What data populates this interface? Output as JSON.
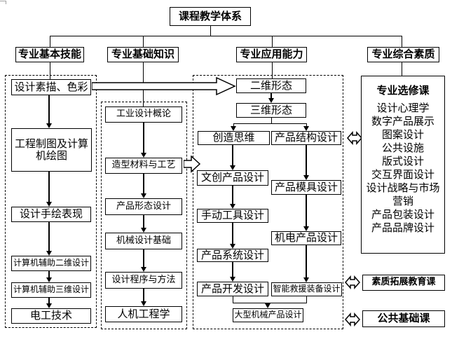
{
  "colors": {
    "line": "#000000",
    "background": "#ffffff"
  },
  "title": "课程教学体系",
  "headers": [
    "专业基本技能",
    "专业基础知识",
    "专业应用能力",
    "专业综合素质"
  ],
  "col1": [
    "设计素描、色彩",
    "工程制图及计算机绘图",
    "设计手绘表现",
    "计算机辅助二维设计",
    "计算机辅助三维设计",
    "电工技术"
  ],
  "col2": [
    "工业设计概论",
    "造型材料与工艺",
    "产品形态设计",
    "机械设计基础",
    "设计程序与方法",
    "人机工程学"
  ],
  "col3": {
    "top": [
      "二维形态",
      "三维形态"
    ],
    "left": [
      "创造思维",
      "文创产品设计",
      "手动工具设计",
      "产品系统设计",
      "产品开发设计"
    ],
    "right": [
      "产品结构设计",
      "产品模具设计",
      "机电产品设计",
      "智能救援装备设计"
    ],
    "bottom": "大型机械产品设计"
  },
  "electives": {
    "title": "专业选修课",
    "items": [
      "设计心理学",
      "数字产品展示",
      "图案设计",
      "公共设施",
      "版式设计",
      "交互界面设计",
      "设计战略与市场营销",
      "产品包装设计",
      "产品品牌设计"
    ]
  },
  "side_courses": [
    "素质拓展教育课",
    "公共基础课"
  ]
}
